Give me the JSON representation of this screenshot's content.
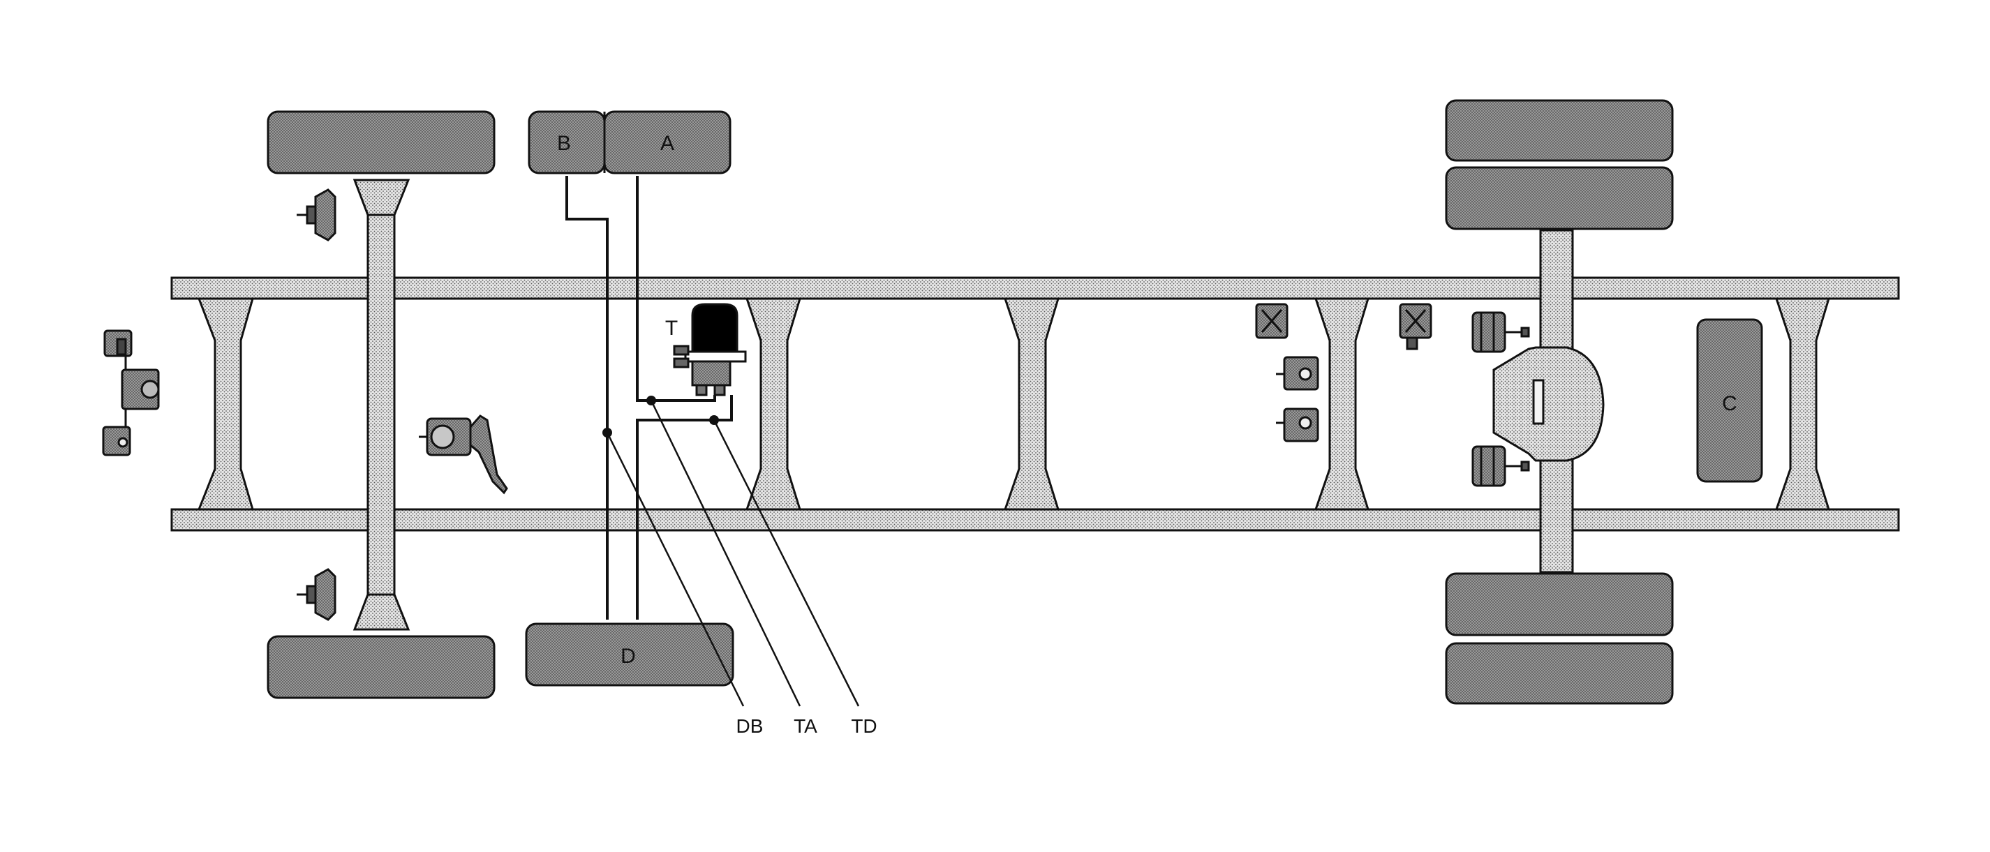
{
  "diagram": {
    "labels": {
      "tank_b": "B",
      "tank_a": "A",
      "tank_d": "D",
      "tank_c": "C",
      "dryer": "T",
      "callout_db": "DB",
      "callout_ta": "TA",
      "callout_td": "TD"
    },
    "colors": {
      "ink": "#111111",
      "tank_fill": "#8a8a8a",
      "frame_fill": "#dedede",
      "dryer_fill": "#000000"
    }
  }
}
